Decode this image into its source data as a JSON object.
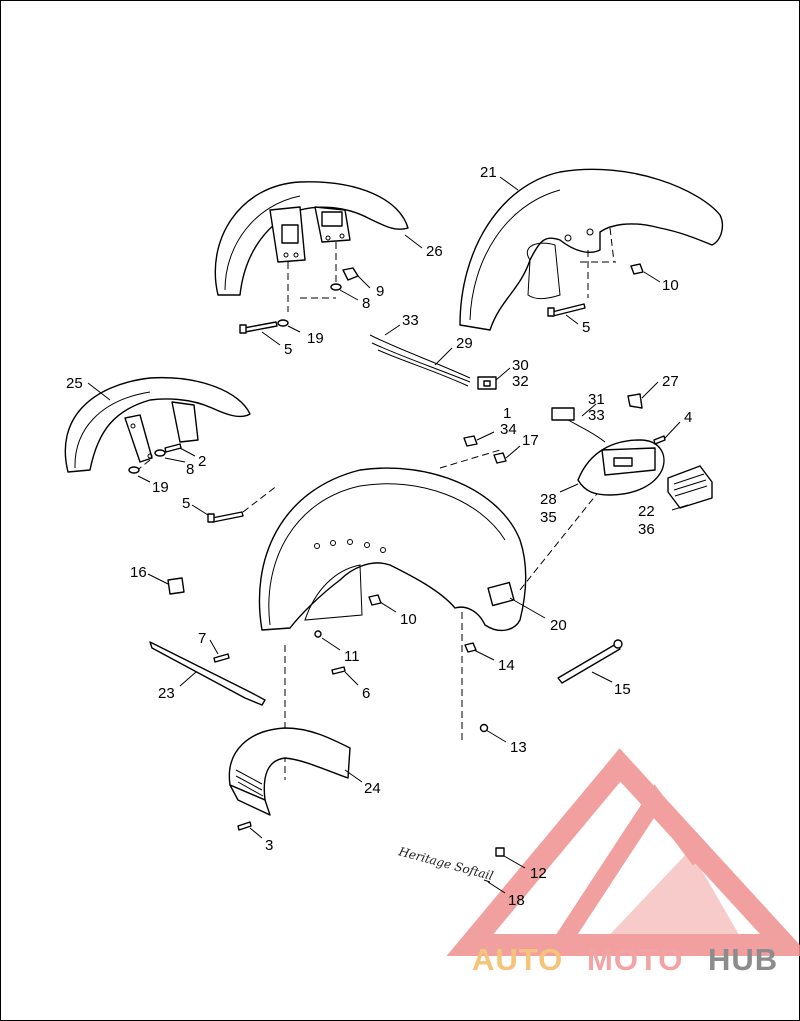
{
  "callouts": {
    "n1": "1",
    "n2": "2",
    "n3": "3",
    "n4": "4",
    "n5a": "5",
    "n5b": "5",
    "n5c": "5",
    "n6": "6",
    "n7": "7",
    "n8a": "8",
    "n8b": "8",
    "n9": "9",
    "n10a": "10",
    "n10b": "10",
    "n11": "11",
    "n12": "12",
    "n13": "13",
    "n14": "14",
    "n15": "15",
    "n16": "16",
    "n17": "17",
    "n18": "18",
    "n19a": "19",
    "n19b": "19",
    "n20": "20",
    "n21": "21",
    "n22": "22",
    "n23": "23",
    "n24": "24",
    "n25": "25",
    "n26": "26",
    "n27": "27",
    "n28": "28",
    "n29": "29",
    "n30": "30",
    "n31": "31",
    "n32": "32",
    "n33a": "33",
    "n33b": "33",
    "n34": "34",
    "n35": "35",
    "n36": "36"
  },
  "emblem_script": "Heritage Softail",
  "watermark": {
    "part_a": "AUTO",
    "part_b": "MOTO",
    "part_c": "HUB",
    "color_a": "#f6c37a",
    "color_b": "#f3a3a3",
    "color_c": "#8c8c8c",
    "logo_color": "#ef8f8f"
  }
}
